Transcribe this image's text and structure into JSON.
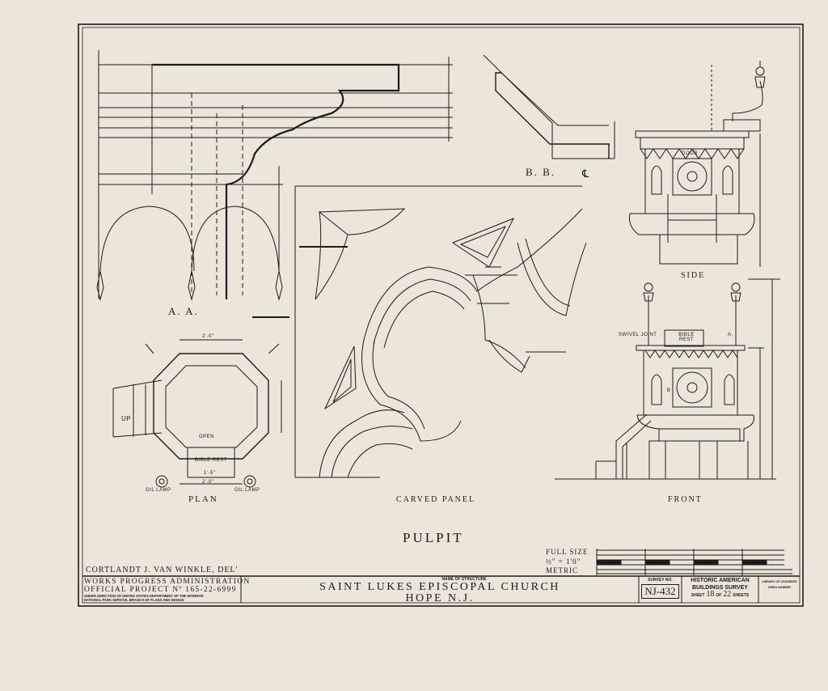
{
  "drawing": {
    "title": "PULPIT",
    "labels": {
      "section_aa": "A. A.",
      "section_bb": "B. B.",
      "plan": "PLAN",
      "carved_panel": "CARVED PANEL",
      "side": "SIDE",
      "front": "FRONT",
      "centerline": "℄"
    },
    "plan_notes": {
      "open": "OPEN",
      "bible_rest": "BIBLE REST",
      "up": "UP",
      "oil_lamp_left": "OIL LAMP",
      "oil_lamp_right": "OIL LAMP",
      "dim_top": "2'-0\"",
      "dim_bottom": "2'-0\"",
      "dim_rest": "1'-5\""
    },
    "front_notes": {
      "swivel_joint": "SWIVEL JOINT",
      "bible_rest": "BIBLE REST",
      "a": "A.",
      "b": "B"
    },
    "side_notes": {
      "door": "DOOR"
    }
  },
  "scale": {
    "full_size": "FULL SIZE",
    "ratio": "½\" = 1'0\"",
    "metric": "METRIC"
  },
  "credits": {
    "delineator": "CORTLANDT J. VAN WINKLE, DEL'"
  },
  "title_block": {
    "agency": "WORKS PROGRESS ADMINISTRATION",
    "project": "OFFICIAL PROJECT Nº 165-22-6999",
    "authority_1": "UNDER DIRECTION OF UNITED STATES DEPARTMENT OF THE INTERIOR",
    "authority_2": "NATIONAL PARK SERVICE, BRANCH OF PLANS AND DESIGN",
    "name_caption": "NAME OF STRUCTURE",
    "structure": "SAINT LUKES EPISCOPAL CHURCH",
    "location": "HOPE N.J.",
    "survey_caption": "SURVEY NO.",
    "survey_no": "NJ-432",
    "habs_1": "HISTORIC AMERICAN",
    "habs_2": "BUILDINGS SURVEY",
    "sheet_word": "SHEET",
    "sheet_no": "18",
    "of_word": "OF",
    "sheet_total": "22",
    "sheets_word": "SHEETS",
    "lc_1": "LIBRARY OF CONGRESS",
    "lc_2": "INDEX NUMBER"
  },
  "colors": {
    "paper": "#ece6da",
    "ink": "#1d1b19"
  }
}
